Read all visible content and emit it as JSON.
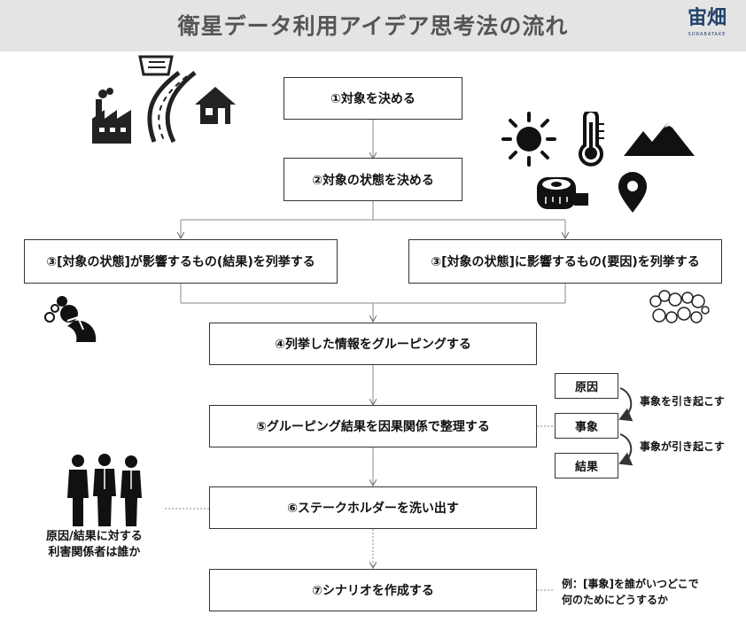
{
  "header": {
    "title": "衛星データ利用アイデア思考法の流れ",
    "logo_text": "宙畑",
    "logo_sub": "SORABATAKE"
  },
  "steps": {
    "s1": "①対象を決める",
    "s2": "②対象の状態を決める",
    "s3a": "③[対象の状態]が影響するもの(結果)を列挙する",
    "s3b": "③[対象の状態]に影響するもの(要因)を列挙する",
    "s4": "④列挙した情報をグルーピングする",
    "s5": "⑤グルーピング結果を因果関係で整理する",
    "s6": "⑥ステークホルダーを洗い出す",
    "s7": "⑦シナリオを作成する"
  },
  "causal": {
    "cause": "原因",
    "event": "事象",
    "result": "結果",
    "arrow1_label": "事象を引き起こす",
    "arrow2_label": "事象が引き起こす"
  },
  "notes": {
    "stakeholder_line1": "原因/結果に対する",
    "stakeholder_line2": "利害関係者は誰か",
    "scenario_line1": "例：[事象]を誰がいつどこで",
    "scenario_line2": "何のためにどうするか"
  }
}
